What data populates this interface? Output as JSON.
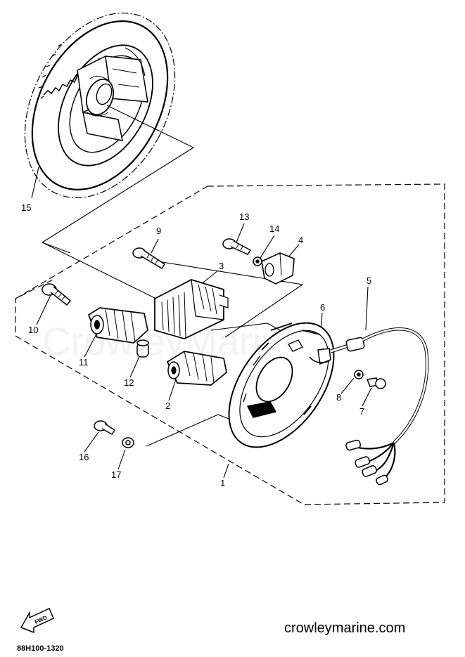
{
  "diagram": {
    "watermark": "CrowleyMarine",
    "site_label": "crowleymarine.com",
    "drawing_code": "88H100-1320",
    "fwd_label": "FWD",
    "callouts": [
      {
        "id": "1",
        "label": "1"
      },
      {
        "id": "2",
        "label": "2"
      },
      {
        "id": "3",
        "label": "3"
      },
      {
        "id": "4",
        "label": "4"
      },
      {
        "id": "5",
        "label": "5"
      },
      {
        "id": "6",
        "label": "6"
      },
      {
        "id": "7",
        "label": "7"
      },
      {
        "id": "8",
        "label": "8"
      },
      {
        "id": "9",
        "label": "9"
      },
      {
        "id": "10",
        "label": "10"
      },
      {
        "id": "11",
        "label": "11"
      },
      {
        "id": "12",
        "label": "12"
      },
      {
        "id": "13",
        "label": "13"
      },
      {
        "id": "14",
        "label": "14"
      },
      {
        "id": "15",
        "label": "15"
      },
      {
        "id": "16",
        "label": "16"
      },
      {
        "id": "17",
        "label": "17"
      }
    ]
  }
}
